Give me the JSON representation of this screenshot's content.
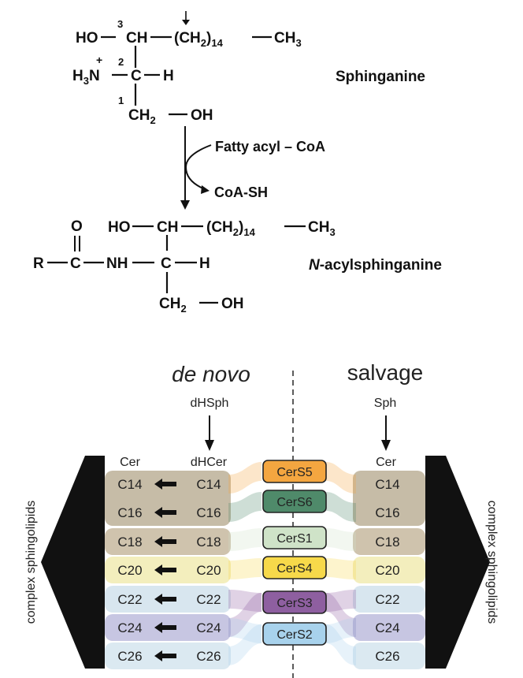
{
  "reaction": {
    "sphinganine": {
      "line1_ho": "HO",
      "line1_ch": "CH",
      "line1_chain_open": "(CH",
      "line1_chain_sub": "2",
      "line1_chain_close": ")",
      "line1_chain_count": "14",
      "line1_ch3": "CH",
      "line1_ch3_sub": "3",
      "line2_h3n": "H",
      "line2_h3n_sub": "3",
      "line2_n": "N",
      "line2_charge": "+",
      "line2_c": "C",
      "line2_h": "H",
      "line3_ch2": "CH",
      "line3_ch2_sub": "2",
      "line3_oh": "OH",
      "num1": "1",
      "num2": "2",
      "num3": "3",
      "label": "Sphinganine"
    },
    "reagent_in": "Fatty acyl – CoA",
    "reagent_out": "CoA-SH",
    "product": {
      "o": "O",
      "r": "R",
      "c": "C",
      "nh": "NH",
      "c2": "C",
      "h": "H",
      "ho": "HO",
      "ch": "CH",
      "chain_open": "(CH",
      "chain_sub": "2",
      "chain_close": ")",
      "chain_count": "14",
      "ch3": "CH",
      "ch3_sub": "3",
      "ch2": "CH",
      "ch2_sub": "2",
      "oh": "OH",
      "label_italic": "N",
      "label_rest": "-acylsphinganine"
    }
  },
  "pathways": {
    "left_title": "de novo",
    "right_title": "salvage",
    "left_substrate": "dHSph",
    "right_substrate": "Sph",
    "left_col_header_outer": "Cer",
    "left_col_header_inner": "dHCer",
    "right_col_header": "Cer",
    "side_label": "complex sphingolipids",
    "chains": [
      "C14",
      "C16",
      "C18",
      "C20",
      "C22",
      "C24",
      "C26"
    ],
    "synthases": [
      "CerS5",
      "CerS6",
      "CerS1",
      "CerS4",
      "CerS3",
      "CerS2"
    ],
    "colors": {
      "cers5": "#f4a640",
      "cers6": "#4f8a6a",
      "cers1": "#cfe3c8",
      "cers4": "#f7d94a",
      "cers3": "#8e5fa0",
      "cers2": "#a8d2ec"
    }
  }
}
